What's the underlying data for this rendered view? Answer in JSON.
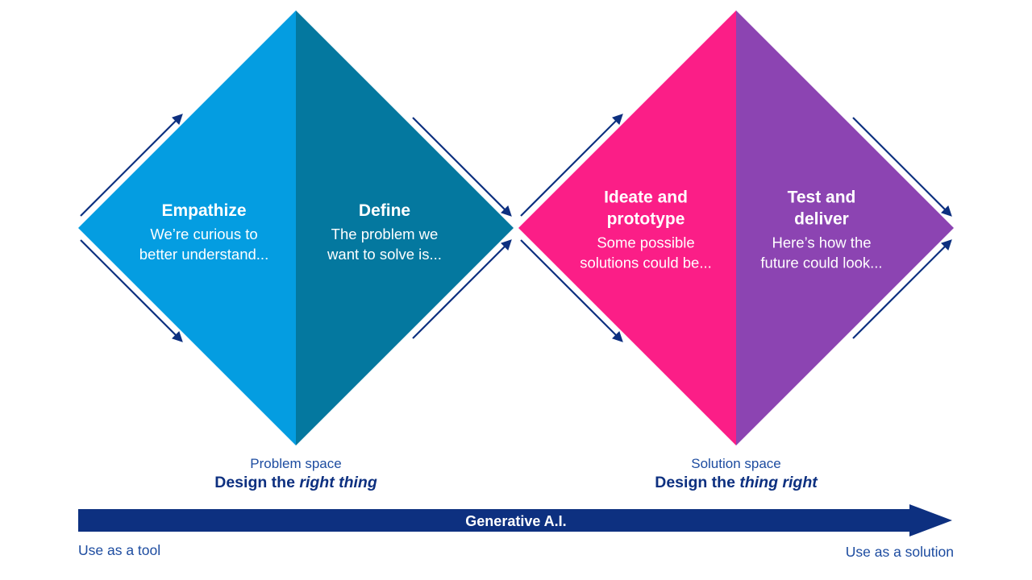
{
  "colors": {
    "diamond1_left": "#049DE1",
    "diamond1_right": "#04789F",
    "diamond2_left": "#FB1E87",
    "diamond2_right": "#8C44B2",
    "navy": "#0D3080",
    "caption_blue": "#1D4CA0",
    "text_white": "#FFFFFF"
  },
  "diamond1": {
    "left": {
      "title_lines": [
        "Empathize"
      ],
      "subtitle_lines": [
        "We’re curious to",
        "better understand..."
      ]
    },
    "right": {
      "title_lines": [
        "Define"
      ],
      "subtitle_lines": [
        "The problem we",
        "want to solve is..."
      ]
    },
    "space_label": "Problem space",
    "design_label": {
      "prefix": "Design the ",
      "italic": "right thing"
    }
  },
  "diamond2": {
    "left": {
      "title_lines": [
        "Ideate and",
        "prototype"
      ],
      "subtitle_lines": [
        "Some possible",
        "solutions could be..."
      ]
    },
    "right": {
      "title_lines": [
        "Test and",
        "deliver"
      ],
      "subtitle_lines": [
        "Here’s how the",
        "future could look..."
      ]
    },
    "space_label": "Solution space",
    "design_label": {
      "prefix": "Design the ",
      "italic": "thing right"
    }
  },
  "banner": {
    "label": "Generative A.I.",
    "left_caption": "Use as a tool",
    "right_caption": "Use as a solution"
  }
}
